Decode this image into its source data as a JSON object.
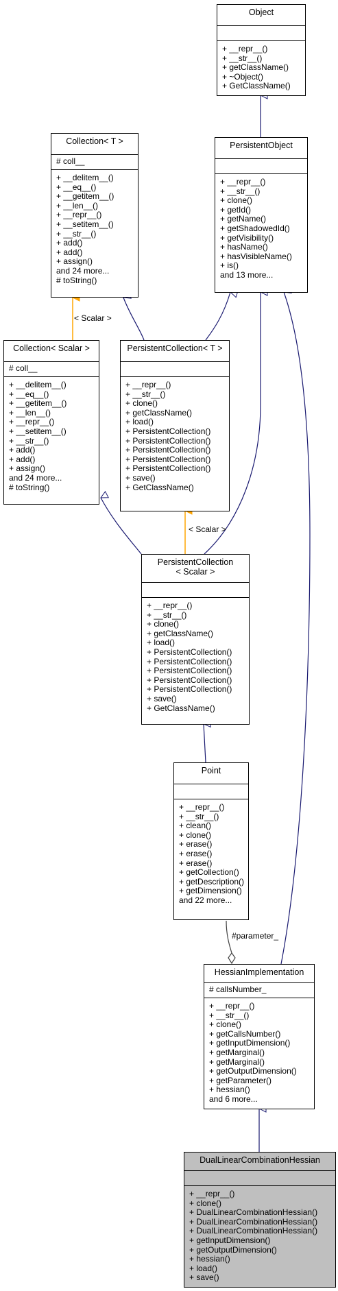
{
  "classes": {
    "object": {
      "title": "Object",
      "members": [
        "+ __repr__()",
        "+ __str__()",
        "+ getClassName()",
        "+ ~Object()",
        "+ GetClassName()"
      ]
    },
    "persistent_object": {
      "title": "PersistentObject",
      "members": [
        "+ __repr__()",
        "+ __str__()",
        "+ clone()",
        "+ getId()",
        "+ getName()",
        "+ getShadowedId()",
        "+ getVisibility()",
        "+ hasName()",
        "+ hasVisibleName()",
        "+ is()",
        "and 13 more..."
      ]
    },
    "collection_t": {
      "title": "Collection< T >",
      "attributes": [
        "# coll__"
      ],
      "members": [
        "+ __delitem__()",
        "+ __eq__()",
        "+ __getitem__()",
        "+ __len__()",
        "+ __repr__()",
        "+ __setitem__()",
        "+ __str__()",
        "+ add()",
        "+ add()",
        "+ assign()",
        "and 24 more...",
        "# toString()"
      ]
    },
    "collection_scalar": {
      "title": "Collection< Scalar >",
      "attributes": [
        "# coll__"
      ],
      "members": [
        "+ __delitem__()",
        "+ __eq__()",
        "+ __getitem__()",
        "+ __len__()",
        "+ __repr__()",
        "+ __setitem__()",
        "+ __str__()",
        "+ add()",
        "+ add()",
        "+ assign()",
        "and 24 more...",
        "# toString()"
      ]
    },
    "persistent_collection_t": {
      "title": "PersistentCollection< T >",
      "members": [
        "+ __repr__()",
        "+ __str__()",
        "+ clone()",
        "+ getClassName()",
        "+ load()",
        "+ PersistentCollection()",
        "+ PersistentCollection()",
        "+ PersistentCollection()",
        "+ PersistentCollection()",
        "+ PersistentCollection()",
        "+ save()",
        "+ GetClassName()"
      ]
    },
    "persistent_collection_scalar": {
      "title_lines": [
        "PersistentCollection",
        "< Scalar >"
      ],
      "members": [
        "+ __repr__()",
        "+ __str__()",
        "+ clone()",
        "+ getClassName()",
        "+ load()",
        "+ PersistentCollection()",
        "+ PersistentCollection()",
        "+ PersistentCollection()",
        "+ PersistentCollection()",
        "+ PersistentCollection()",
        "+ save()",
        "+ GetClassName()"
      ]
    },
    "point": {
      "title": "Point",
      "members": [
        "+ __repr__()",
        "+ __str__()",
        "+ clean()",
        "+ clone()",
        "+ erase()",
        "+ erase()",
        "+ erase()",
        "+ getCollection()",
        "+ getDescription()",
        "+ getDimension()",
        "and 22 more..."
      ]
    },
    "hessian_implementation": {
      "title": "HessianImplementation",
      "attributes": [
        "# callsNumber_"
      ],
      "members": [
        "+ __repr__()",
        "+ __str__()",
        "+ clone()",
        "+ getCallsNumber()",
        "+ getInputDimension()",
        "+ getMarginal()",
        "+ getMarginal()",
        "+ getOutputDimension()",
        "+ getParameter()",
        "+ hessian()",
        "and 6 more..."
      ]
    },
    "dual_linear_combination_hessian": {
      "title": "DualLinearCombinationHessian",
      "members": [
        "+ __repr__()",
        "+ clone()",
        "+ DualLinearCombinationHessian()",
        "+ DualLinearCombinationHessian()",
        "+ DualLinearCombinationHessian()",
        "+ getInputDimension()",
        "+ getOutputDimension()",
        "+ hessian()",
        "+ load()",
        "+ save()"
      ]
    }
  },
  "edge_labels": {
    "collection_scalar_template": "< Scalar >",
    "persistent_collection_scalar_template": "< Scalar >",
    "parameter": "#parameter_"
  },
  "colors": {
    "inheritance": "#191970",
    "template": "#ffa500",
    "composition": "#404040",
    "highlight_fill": "#bfbfbf"
  }
}
